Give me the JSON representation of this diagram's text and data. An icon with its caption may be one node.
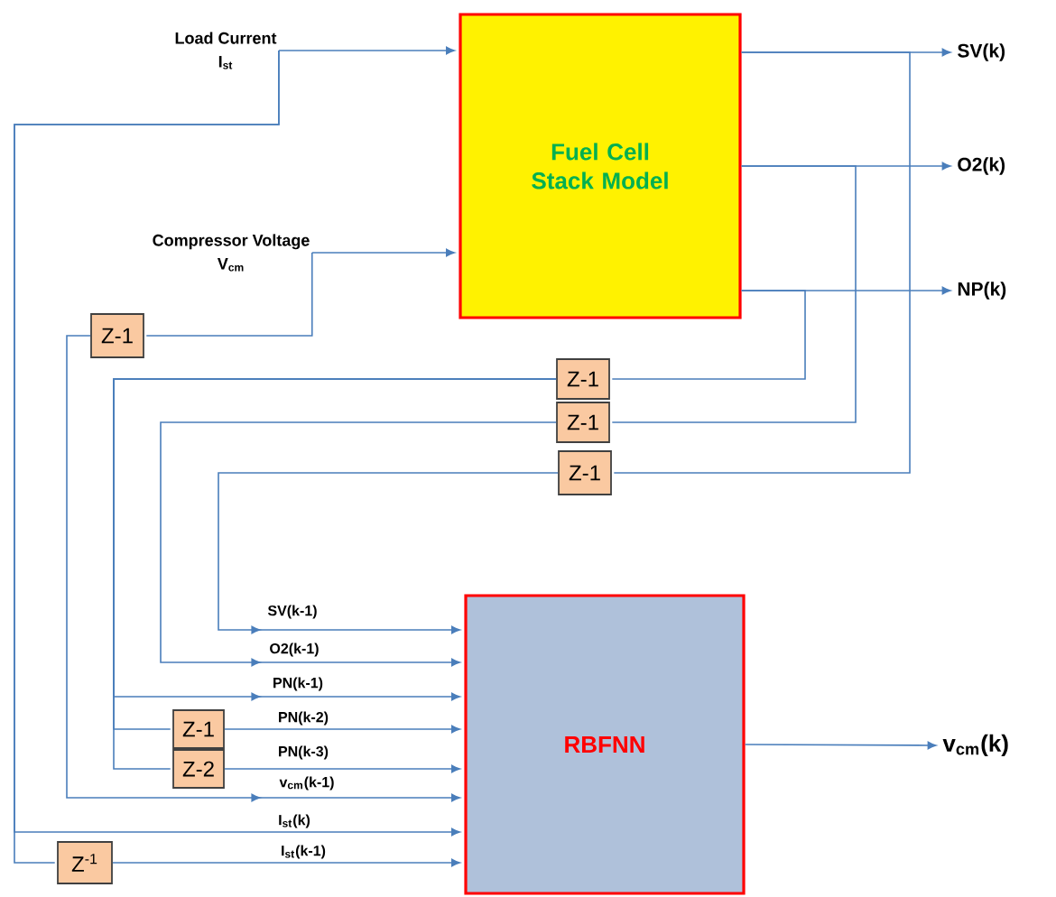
{
  "diagram": {
    "nodes": [
      {
        "text": [
          "Load Current",
          "I$_{st}$"
        ]
      },
      {
        "text": [
          "Compressor Voltage",
          "V$_{cm}$"
        ]
      },
      {
        "text": [
          "Fuel Cell Stack Model"
        ]
      },
      {
        "text": [
          "SV(k)"
        ]
      },
      {
        "text": [
          "O2(k)"
        ]
      },
      {
        "text": [
          "NP(k)"
        ]
      },
      {
        "text": [
          "Z-1"
        ]
      },
      {
        "text": [
          "Z-1"
        ]
      },
      {
        "text": [
          "Z-1"
        ]
      },
      {
        "text": [
          "Z-1"
        ]
      },
      {
        "text": [
          "RBFNN"
        ]
      },
      {
        "text": [
          "Z-1"
        ]
      },
      {
        "text": [
          "Z-2"
        ]
      },
      {
        "text": [
          "Z$^{-1}$"
        ]
      },
      {
        "text": [
          "v$_{cm}$(k)"
        ]
      }
    ],
    "edges": [
      {
        "from": 0,
        "to": 2,
        "arrow": "to"
      },
      {
        "from": 0,
        "to": 10,
        "arrow": "to",
        "label": "I$_{st}$(k)"
      },
      {
        "from": 0,
        "to": 13,
        "arrow": "none"
      },
      {
        "from": 13,
        "to": 10,
        "arrow": "to",
        "label": "I$_{st}$(k-1)"
      },
      {
        "from": 1,
        "to": 2,
        "arrow": "to"
      },
      {
        "from": 1,
        "to": 6,
        "arrow": "none"
      },
      {
        "from": 6,
        "to": 10,
        "arrow": "to",
        "label": "v$_{cm}$(k-1)"
      },
      {
        "from": 2,
        "to": 3,
        "arrow": "to"
      },
      {
        "from": 2,
        "to": 4,
        "arrow": "to"
      },
      {
        "from": 2,
        "to": 5,
        "arrow": "to"
      },
      {
        "from": 2,
        "to": 7,
        "arrow": "none"
      },
      {
        "from": 2,
        "to": 8,
        "arrow": "none"
      },
      {
        "from": 2,
        "to": 9,
        "arrow": "none"
      },
      {
        "from": 7,
        "to": 10,
        "arrow": "to",
        "label": "PN(k-1)"
      },
      {
        "from": 7,
        "to": 11,
        "arrow": "none"
      },
      {
        "from": 11,
        "to": 10,
        "arrow": "to",
        "label": "PN(k-2)"
      },
      {
        "from": 7,
        "to": 12,
        "arrow": "none"
      },
      {
        "from": 12,
        "to": 10,
        "arrow": "to",
        "label": "PN(k-3)"
      },
      {
        "from": 8,
        "to": 10,
        "arrow": "to",
        "label": "O2(k-1)"
      },
      {
        "from": 9,
        "to": 10,
        "arrow": "to",
        "label": "SV(k-1)"
      },
      {
        "from": 10,
        "to": 14,
        "arrow": "to"
      }
    ]
  }
}
